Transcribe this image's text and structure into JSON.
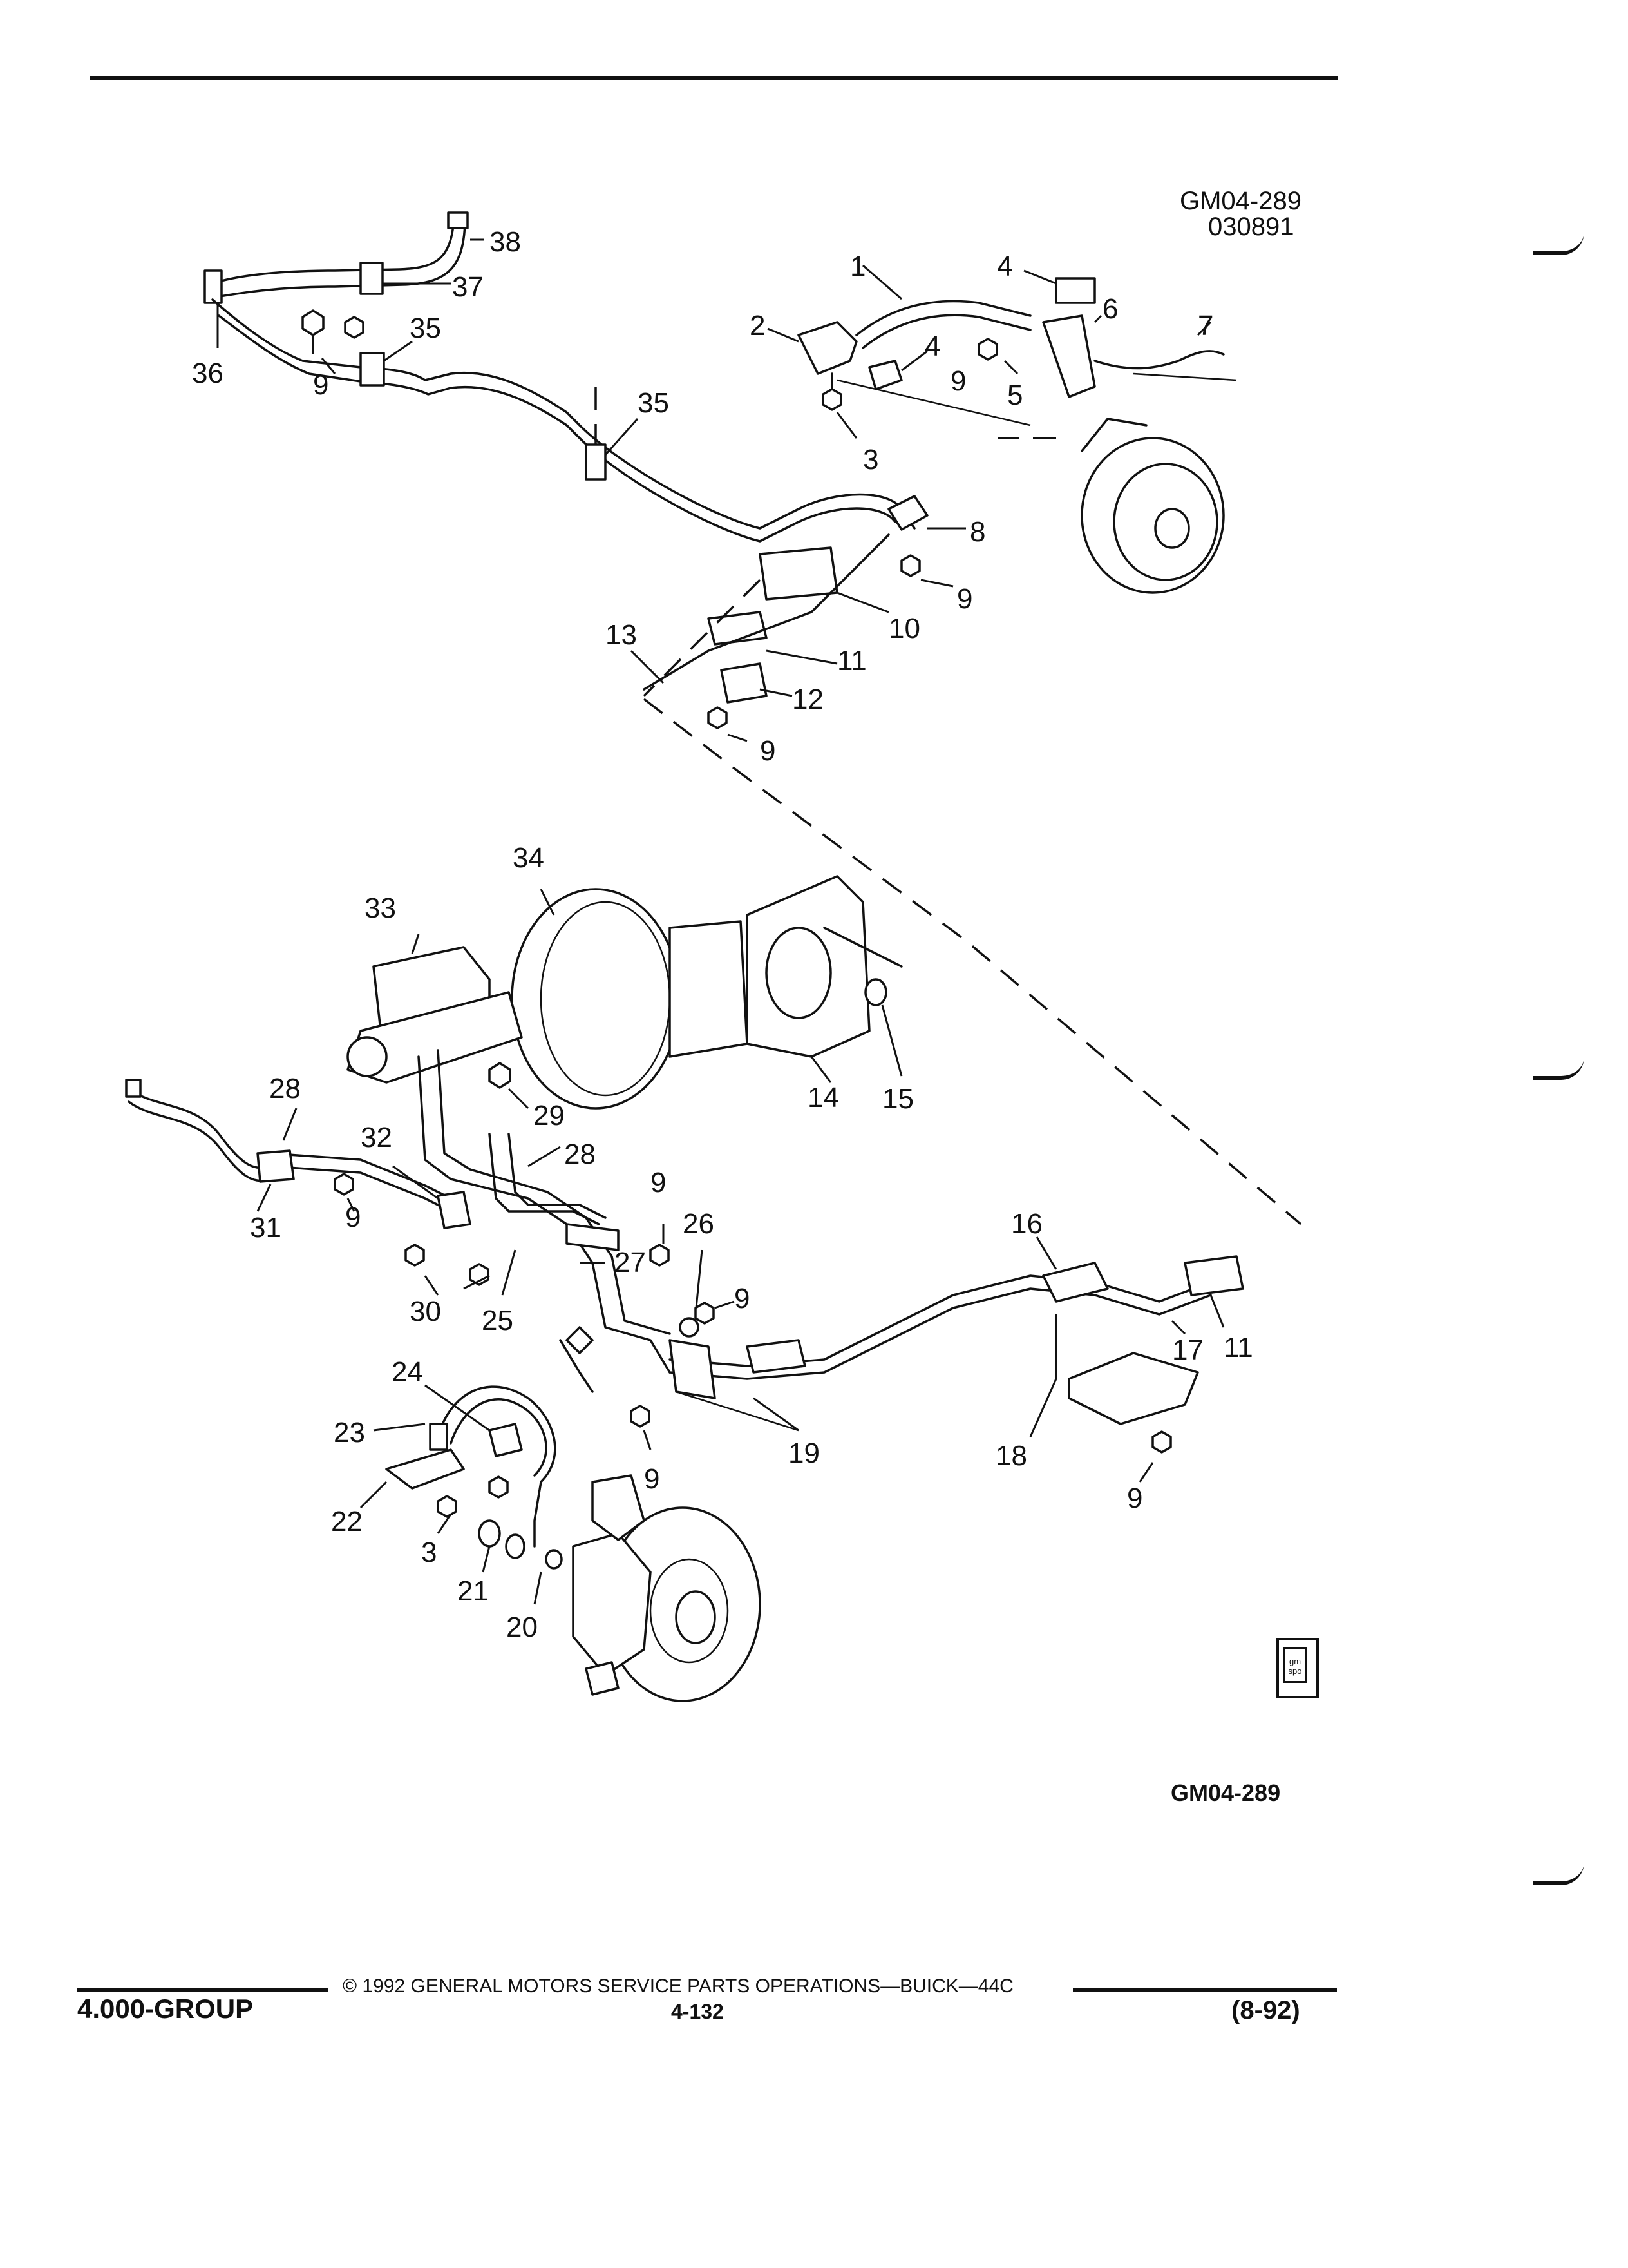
{
  "header": {
    "doc_code": "GM04-289",
    "date_code": "030891"
  },
  "callouts": [
    "1",
    "2",
    "3",
    "4",
    "4",
    "5",
    "6",
    "7",
    "8",
    "9",
    "9",
    "9",
    "9",
    "9",
    "9",
    "9",
    "9",
    "9",
    "10",
    "11",
    "11",
    "12",
    "13",
    "14",
    "15",
    "16",
    "17",
    "18",
    "19",
    "20",
    "21",
    "22",
    "23",
    "24",
    "25",
    "26",
    "27",
    "28",
    "28",
    "29",
    "30",
    "31",
    "32",
    "33",
    "34",
    "35",
    "35",
    "36",
    "37",
    "38",
    "3"
  ],
  "figure_id": "GM04-289",
  "badge": {
    "line1": "gm",
    "line2": "spo"
  },
  "footer": {
    "group": "4.000-GROUP",
    "copyright": "©  1992  GENERAL MOTORS SERVICE PARTS OPERATIONS—BUICK—44C",
    "page": "4-132",
    "revision": "(8-92)"
  }
}
